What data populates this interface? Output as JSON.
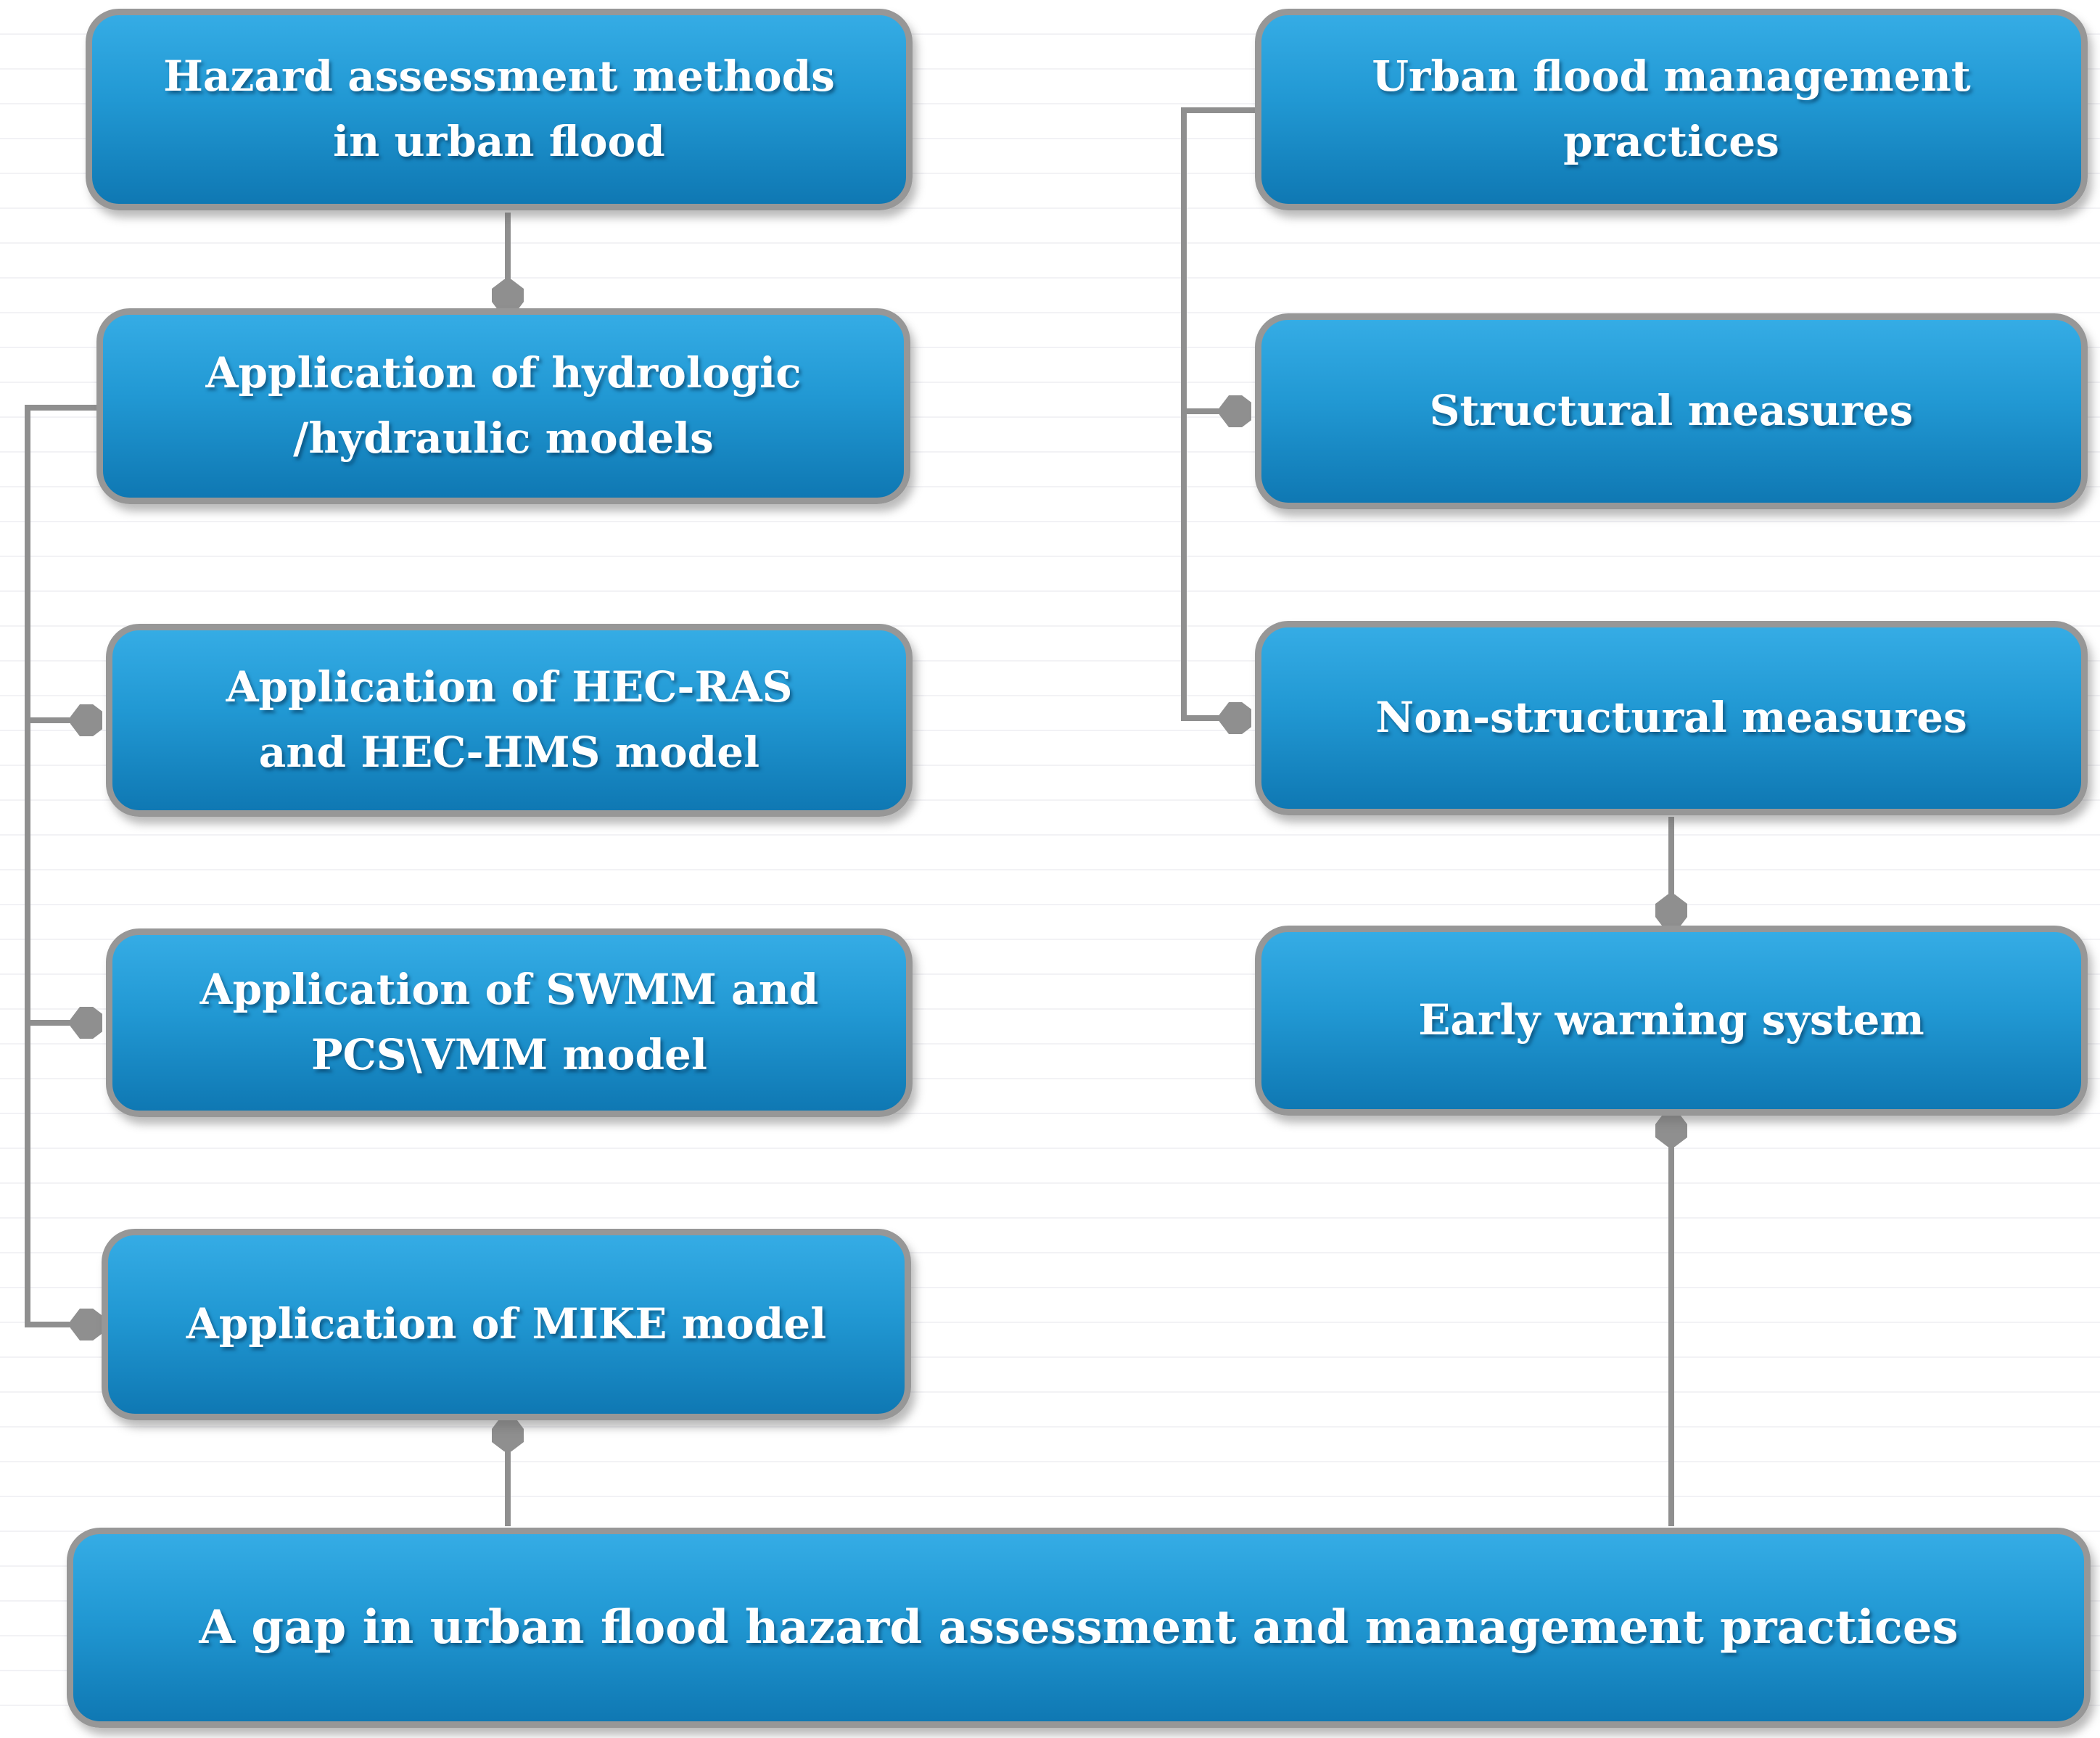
{
  "diagram": {
    "type": "flowchart",
    "colors": {
      "node_fill_top": "#35ace5",
      "node_fill_mid": "#2198d3",
      "node_fill_bottom": "#0f78b3",
      "node_border": "#979797",
      "node_text": "#ffffff",
      "connector": "#8f8f8f",
      "background": "#ffffff"
    },
    "nodes": {
      "hazard_assessment": {
        "label": "Hazard assessment methods\nin urban flood"
      },
      "hydrologic_models": {
        "label": "Application of hydrologic\n/hydraulic models"
      },
      "hec_models": {
        "label": "Application of HEC-RAS\nand HEC-HMS model"
      },
      "swmm_models": {
        "label": "Application of SWMM and\nPCS\\VMM model"
      },
      "mike_model": {
        "label": "Application of MIKE model"
      },
      "ufm_practices": {
        "label": "Urban flood management\npractices"
      },
      "structural": {
        "label": "Structural measures"
      },
      "non_structural": {
        "label": "Non-structural measures"
      },
      "early_warning": {
        "label": "Early warning system"
      },
      "gap": {
        "label": "A gap in urban flood hazard assessment and management practices"
      }
    },
    "edges": [
      {
        "from": "hazard_assessment",
        "to": "hydrologic_models"
      },
      {
        "from": "hydrologic_models",
        "to": "hec_models"
      },
      {
        "from": "hydrologic_models",
        "to": "swmm_models"
      },
      {
        "from": "hydrologic_models",
        "to": "mike_model"
      },
      {
        "from": "ufm_practices",
        "to": "structural"
      },
      {
        "from": "ufm_practices",
        "to": "non_structural"
      },
      {
        "from": "non_structural",
        "to": "early_warning"
      },
      {
        "from": "gap",
        "to": "mike_model"
      },
      {
        "from": "gap",
        "to": "early_warning"
      }
    ]
  }
}
